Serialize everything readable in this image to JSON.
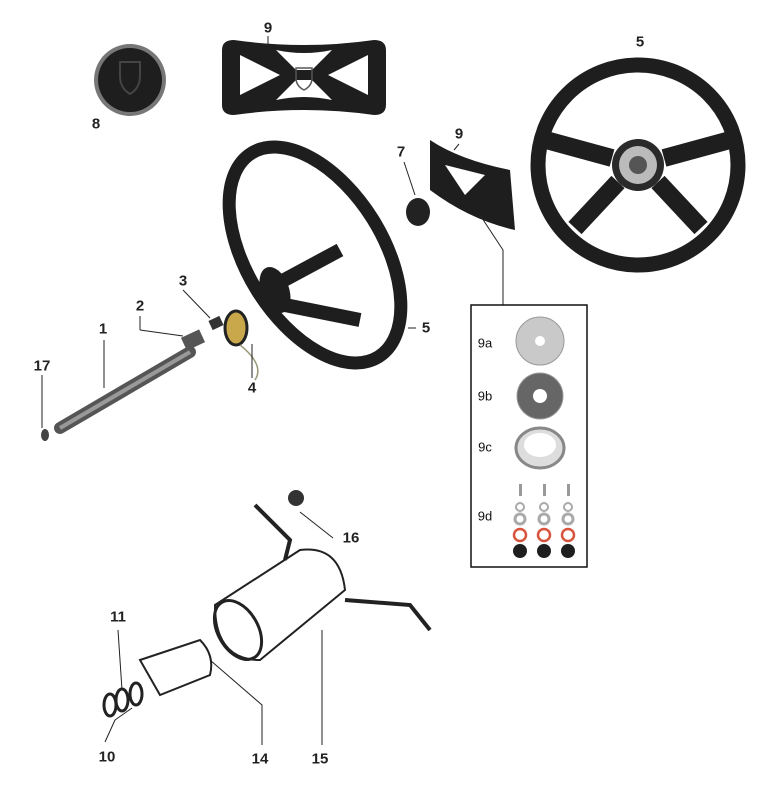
{
  "labels": {
    "p9_top": "9",
    "p5_top": "5",
    "p8": "8",
    "p7": "7",
    "p9_mid": "9",
    "p3": "3",
    "p2": "2",
    "p1": "1",
    "p5_mid": "5",
    "p17": "17",
    "p4": "4",
    "p16": "16",
    "p11": "11",
    "p10": "10",
    "p14": "14",
    "p15": "15"
  },
  "inset": {
    "items": [
      "9a",
      "9b",
      "9c",
      "9d"
    ]
  },
  "colors": {
    "part": "#1c1c1c",
    "metal": "#b8b8b8",
    "seal": "#d9543c",
    "line": "#222222"
  }
}
